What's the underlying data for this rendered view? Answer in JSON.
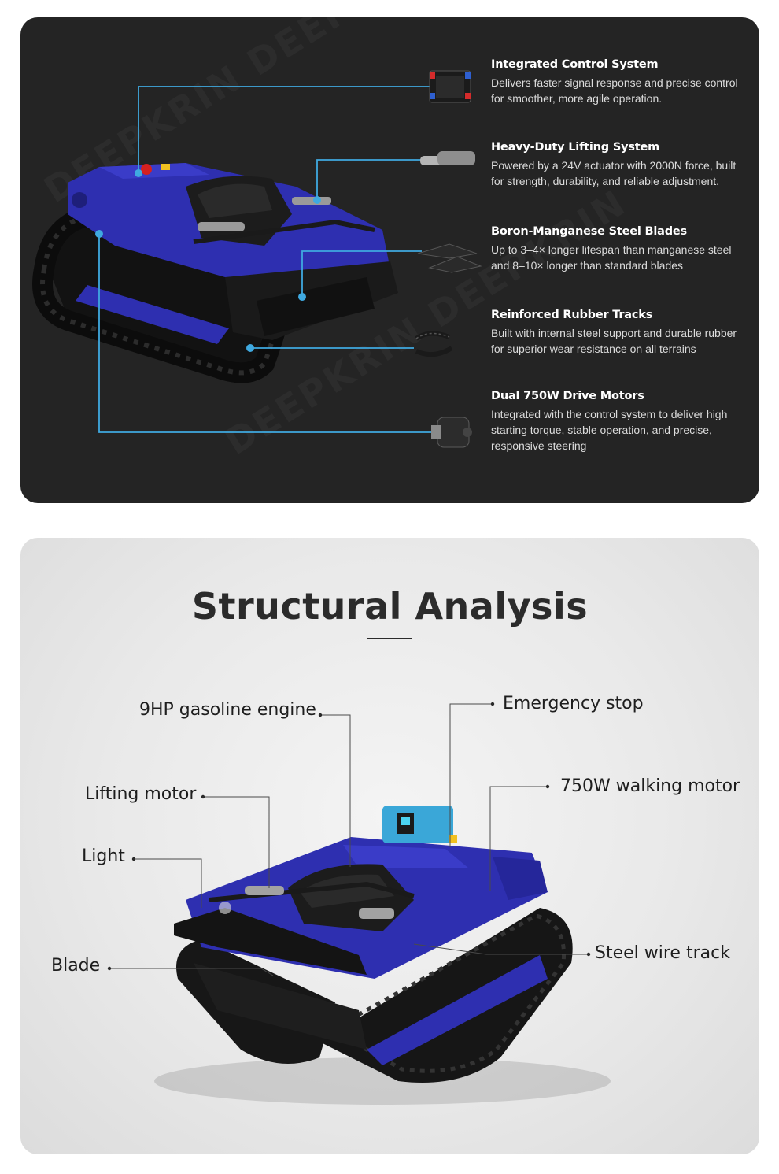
{
  "features_panel": {
    "items": [
      {
        "title": "Integrated Control System",
        "description": "Delivers faster signal response and precise control for smoother, more agile operation."
      },
      {
        "title": "Heavy-Duty Lifting System",
        "description": "Powered by a 24V actuator with 2000N force, built for strength, durability, and reliable adjustment."
      },
      {
        "title": "Boron-Manganese Steel Blades",
        "description": "Up to 3–4× longer lifespan than manganese steel and 8–10× longer than standard blades"
      },
      {
        "title": "Reinforced Rubber Tracks",
        "description": "Built with internal steel support and durable rubber for superior wear resistance on all terrains"
      },
      {
        "title": "Dual 750W Drive Motors",
        "description": "Integrated with the control system to deliver high starting torque, stable operation, and precise, responsive steering"
      }
    ],
    "watermark": "DEEPKRIN DEEPKRIN DEEPKRIN",
    "colors": {
      "background": "#242424",
      "accent_line": "#3fa9e0",
      "machine_blue": "#2e2fb0"
    }
  },
  "structure_panel": {
    "title": "Structural Analysis",
    "callouts": {
      "engine": "9HP gasoline engine",
      "emergency": "Emergency stop",
      "lifting_motor": "Lifting motor",
      "walking_motor": "750W walking motor",
      "light": "Light",
      "blade": "Blade",
      "track": "Steel wire track"
    },
    "colors": {
      "title": "#2b2b2b",
      "leader_line": "#4a4a4a"
    }
  }
}
